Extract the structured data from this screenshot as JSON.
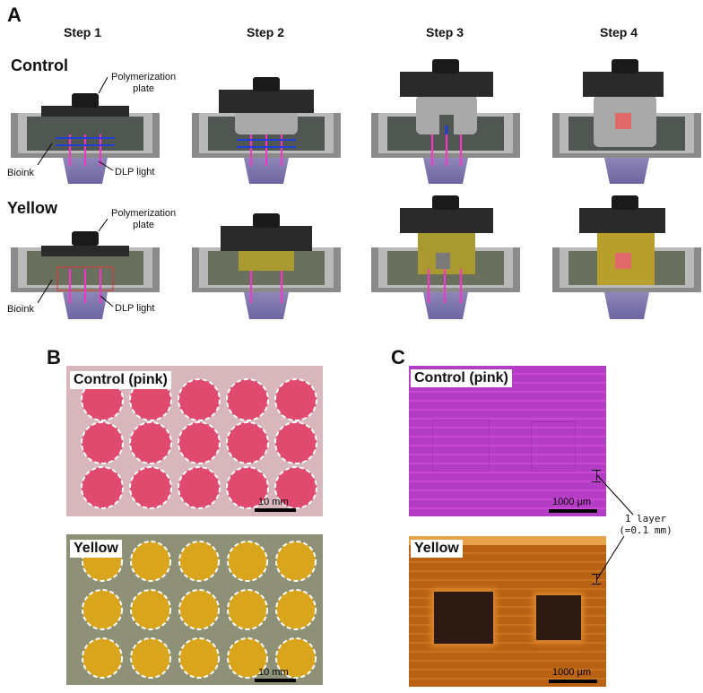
{
  "panel_a": {
    "letter": "A",
    "steps": [
      "Step 1",
      "Step 2",
      "Step 3",
      "Step 4"
    ],
    "rows": [
      "Control",
      "Yellow"
    ],
    "annotations": {
      "plate_line1": "Polymerization",
      "plate_line2": "plate",
      "bioink": "Bioink",
      "dlp": "DLP light"
    }
  },
  "panel_b": {
    "letter": "B",
    "control_tag": "Control (pink)",
    "yellow_tag": "Yellow",
    "scale": "10 mm"
  },
  "panel_c": {
    "letter": "C",
    "control_tag": "Control (pink)",
    "yellow_tag": "Yellow",
    "scale": "1000 μm",
    "layer_line1": "1 layer",
    "layer_line2": "(=0.1 mm)"
  },
  "colors": {
    "pink_sample": "#e04a6e",
    "yellow_sample": "#d9a51c",
    "magenta_micro": "#c23ccf",
    "orange_micro": "#c06a14",
    "dlp_beam": "#ff33cc",
    "blue_arrow": "#1f3fd6"
  }
}
